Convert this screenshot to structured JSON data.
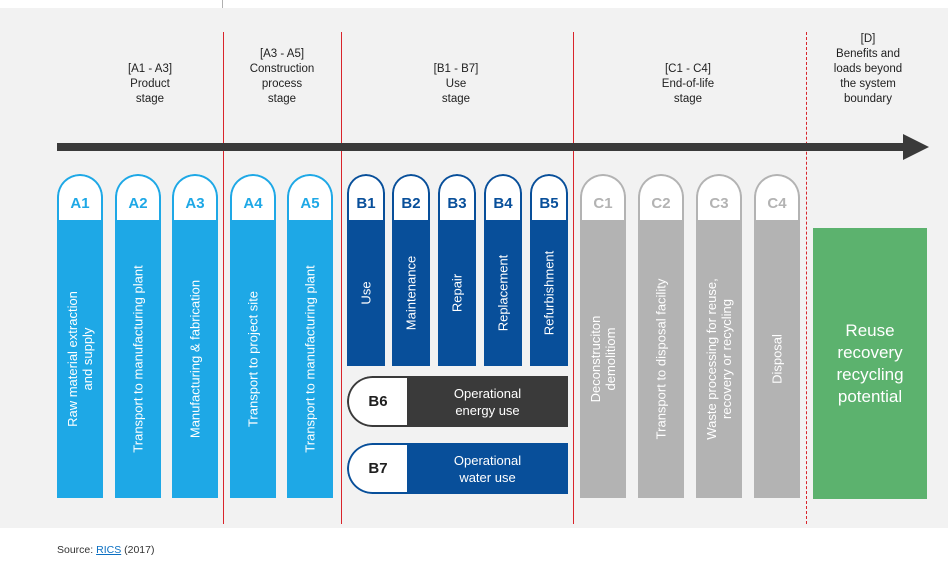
{
  "stages": [
    {
      "code": "[A1 - A3]",
      "name": "Product\nstage"
    },
    {
      "code": "[A3 - A5]",
      "name": "Construction\nprocess\nstage"
    },
    {
      "code": "[B1 - B7]",
      "name": "Use\nstage"
    },
    {
      "code": "[C1 - C4]",
      "name": "End-of-life\nstage"
    },
    {
      "code": "[D]",
      "name": "Benefits and\nloads beyond\nthe system\nboundary"
    }
  ],
  "modules": [
    {
      "code": "A1",
      "label": "Raw material extraction\nand supply",
      "color": "#1ea8e6"
    },
    {
      "code": "A2",
      "label": "Transport to manufacturing plant",
      "color": "#1ea8e6"
    },
    {
      "code": "A3",
      "label": "Manufacturing & fabrication",
      "color": "#1ea8e6"
    },
    {
      "code": "A4",
      "label": "Transport to project site",
      "color": "#1ea8e6"
    },
    {
      "code": "A5",
      "label": "Transport to manufacturing plant",
      "color": "#1ea8e6"
    },
    {
      "code": "B1",
      "label": "Use",
      "color": "#084f9a"
    },
    {
      "code": "B2",
      "label": "Maintenance",
      "color": "#084f9a"
    },
    {
      "code": "B3",
      "label": "Repair",
      "color": "#084f9a"
    },
    {
      "code": "B4",
      "label": "Replacement",
      "color": "#084f9a"
    },
    {
      "code": "B5",
      "label": "Refurbishment",
      "color": "#084f9a"
    },
    {
      "code": "C1",
      "label": "Deconstruciton\ndemolitiom",
      "color": "#b3b3b3"
    },
    {
      "code": "C2",
      "label": "Transport to disposal facility",
      "color": "#b3b3b3"
    },
    {
      "code": "C3",
      "label": "Waste processing for reuse,\nrecovery or recycling",
      "color": "#b3b3b3"
    },
    {
      "code": "C4",
      "label": "Disposal",
      "color": "#b3b3b3"
    }
  ],
  "operational": [
    {
      "code": "B6",
      "label": "Operational\nenergy use",
      "color": "#3a3a3a"
    },
    {
      "code": "B7",
      "label": "Operational\nwater use",
      "color": "#084f9a"
    }
  ],
  "d_box": {
    "label": "Reuse\nrecovery\nrecycling\npotential",
    "color": "#5cb26e"
  },
  "source": {
    "prefix": "Source: ",
    "link": "RICS",
    "suffix": " (2017)"
  },
  "colors": {
    "divider": "#d9242b",
    "arrow": "#3a3a3a",
    "background": "#f2f2f2"
  }
}
